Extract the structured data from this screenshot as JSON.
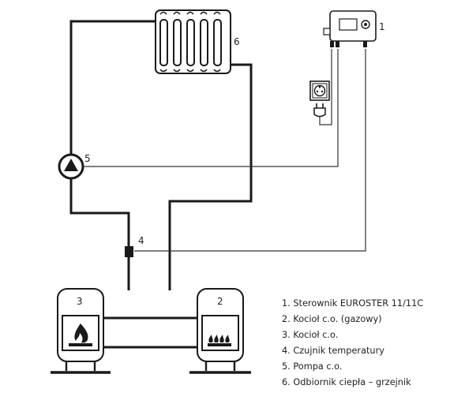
{
  "labels": {
    "controller": "1",
    "boiler_gas": "2",
    "boiler_solid": "3",
    "sensor": "4",
    "pump": "5",
    "radiator": "6"
  },
  "legend": [
    "1. Sterownik EUROSTER 11/11C",
    "2. Kocioł c.o. (gazowy)",
    "3. Kocioł c.o.",
    "4. Czujnik temperatury",
    "5. Pompa c.o.",
    "6. Odbiornik ciepła – grzejnik"
  ],
  "colors": {
    "pipe": "#1a1a1a",
    "wire": "#333333",
    "boiler_fill": "#ffffff",
    "flame": "#1a1a1a"
  },
  "icons": [
    "controller-icon",
    "socket-icon",
    "plug-icon",
    "radiator-icon",
    "pump-icon",
    "sensor-icon",
    "boiler-icon",
    "flame-icon",
    "gas-burner-icon"
  ]
}
